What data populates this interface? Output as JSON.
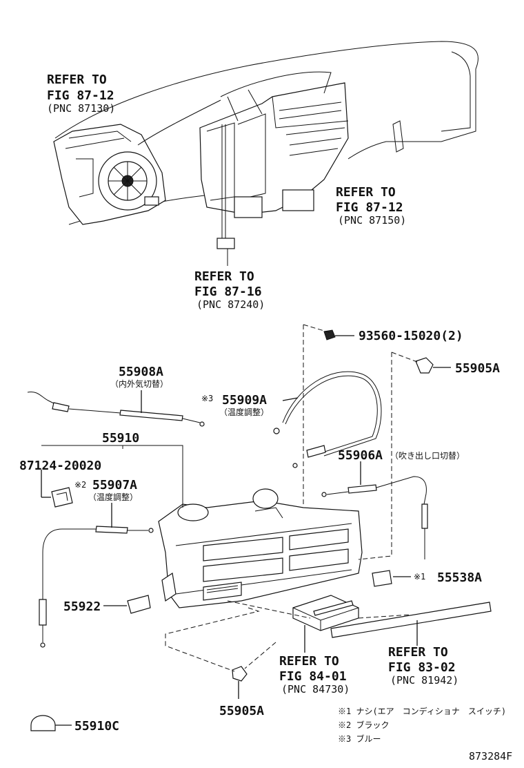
{
  "refs": {
    "ref1": {
      "line1": "REFER TO",
      "line2": "FIG 87-12",
      "line3": "(PNC 87130)"
    },
    "ref2": {
      "line1": "REFER TO",
      "line2": "FIG 87-12",
      "line3": "(PNC 87150)"
    },
    "ref3": {
      "line1": "REFER TO",
      "line2": "FIG 87-16",
      "line3": "(PNC 87240)"
    },
    "ref4": {
      "line1": "REFER TO",
      "line2": "FIG 84-01",
      "line3": "(PNC 84730)"
    },
    "ref5": {
      "line1": "REFER TO",
      "line2": "FIG 83-02",
      "line3": "(PNC 81942)"
    }
  },
  "parts": {
    "p93560": "93560-15020(2)",
    "p55905a_top": "55905A",
    "p55908a": "55908A",
    "p55908a_sub": "（内外気切替）",
    "p55909a_mark": "※3",
    "p55909a": "55909A",
    "p55909a_sub": "（温度調整）",
    "p55910": "55910",
    "p87124": "87124-20020",
    "p55907a_mark": "※2",
    "p55907a": "55907A",
    "p55907a_sub": "（温度調整）",
    "p55906a": "55906A",
    "p55906a_sub": "（吹き出し口切替）",
    "p55538a_mark": "※1",
    "p55538a": "55538A",
    "p55922": "55922",
    "p55905a_bottom": "55905A",
    "p55910c": "55910C"
  },
  "notes": [
    "※1 ナシ(エア　コンディショナ　スイッチ)",
    "※2 ブラック",
    "※3 ブルー"
  ],
  "figure_id": "873284F"
}
